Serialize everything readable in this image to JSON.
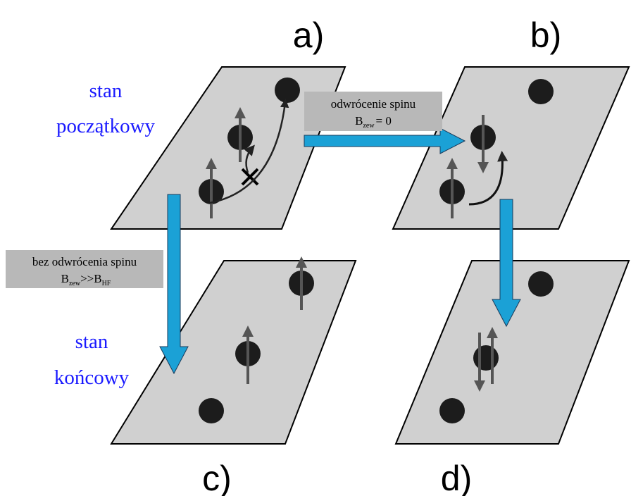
{
  "panels": {
    "a": "a)",
    "b": "b)",
    "c": "c)",
    "d": "d)"
  },
  "state_labels": {
    "initial_line1": "stan",
    "initial_line2": "początkowy",
    "final_line1": "stan",
    "final_line2": "końcowy"
  },
  "transitions": {
    "spin_flip": {
      "line1": "odwrócenie spinu",
      "field_symbol": "B",
      "field_sub": "zew",
      "field_rest": "= 0"
    },
    "no_spin_flip": {
      "line1": "bez odwrócenia spinu",
      "field_symbol": "B",
      "field_sub": "zew",
      "field_mid": ">>B",
      "field_sub2": "HF"
    }
  },
  "colors": {
    "plane_fill": "#d0d0d0",
    "arrow_blue": "#1ba1d6",
    "text_blue": "#1a1aff",
    "label_box": "#b8b8b8",
    "dot": "#1c1c1c",
    "spin_arrow": "#555555"
  }
}
